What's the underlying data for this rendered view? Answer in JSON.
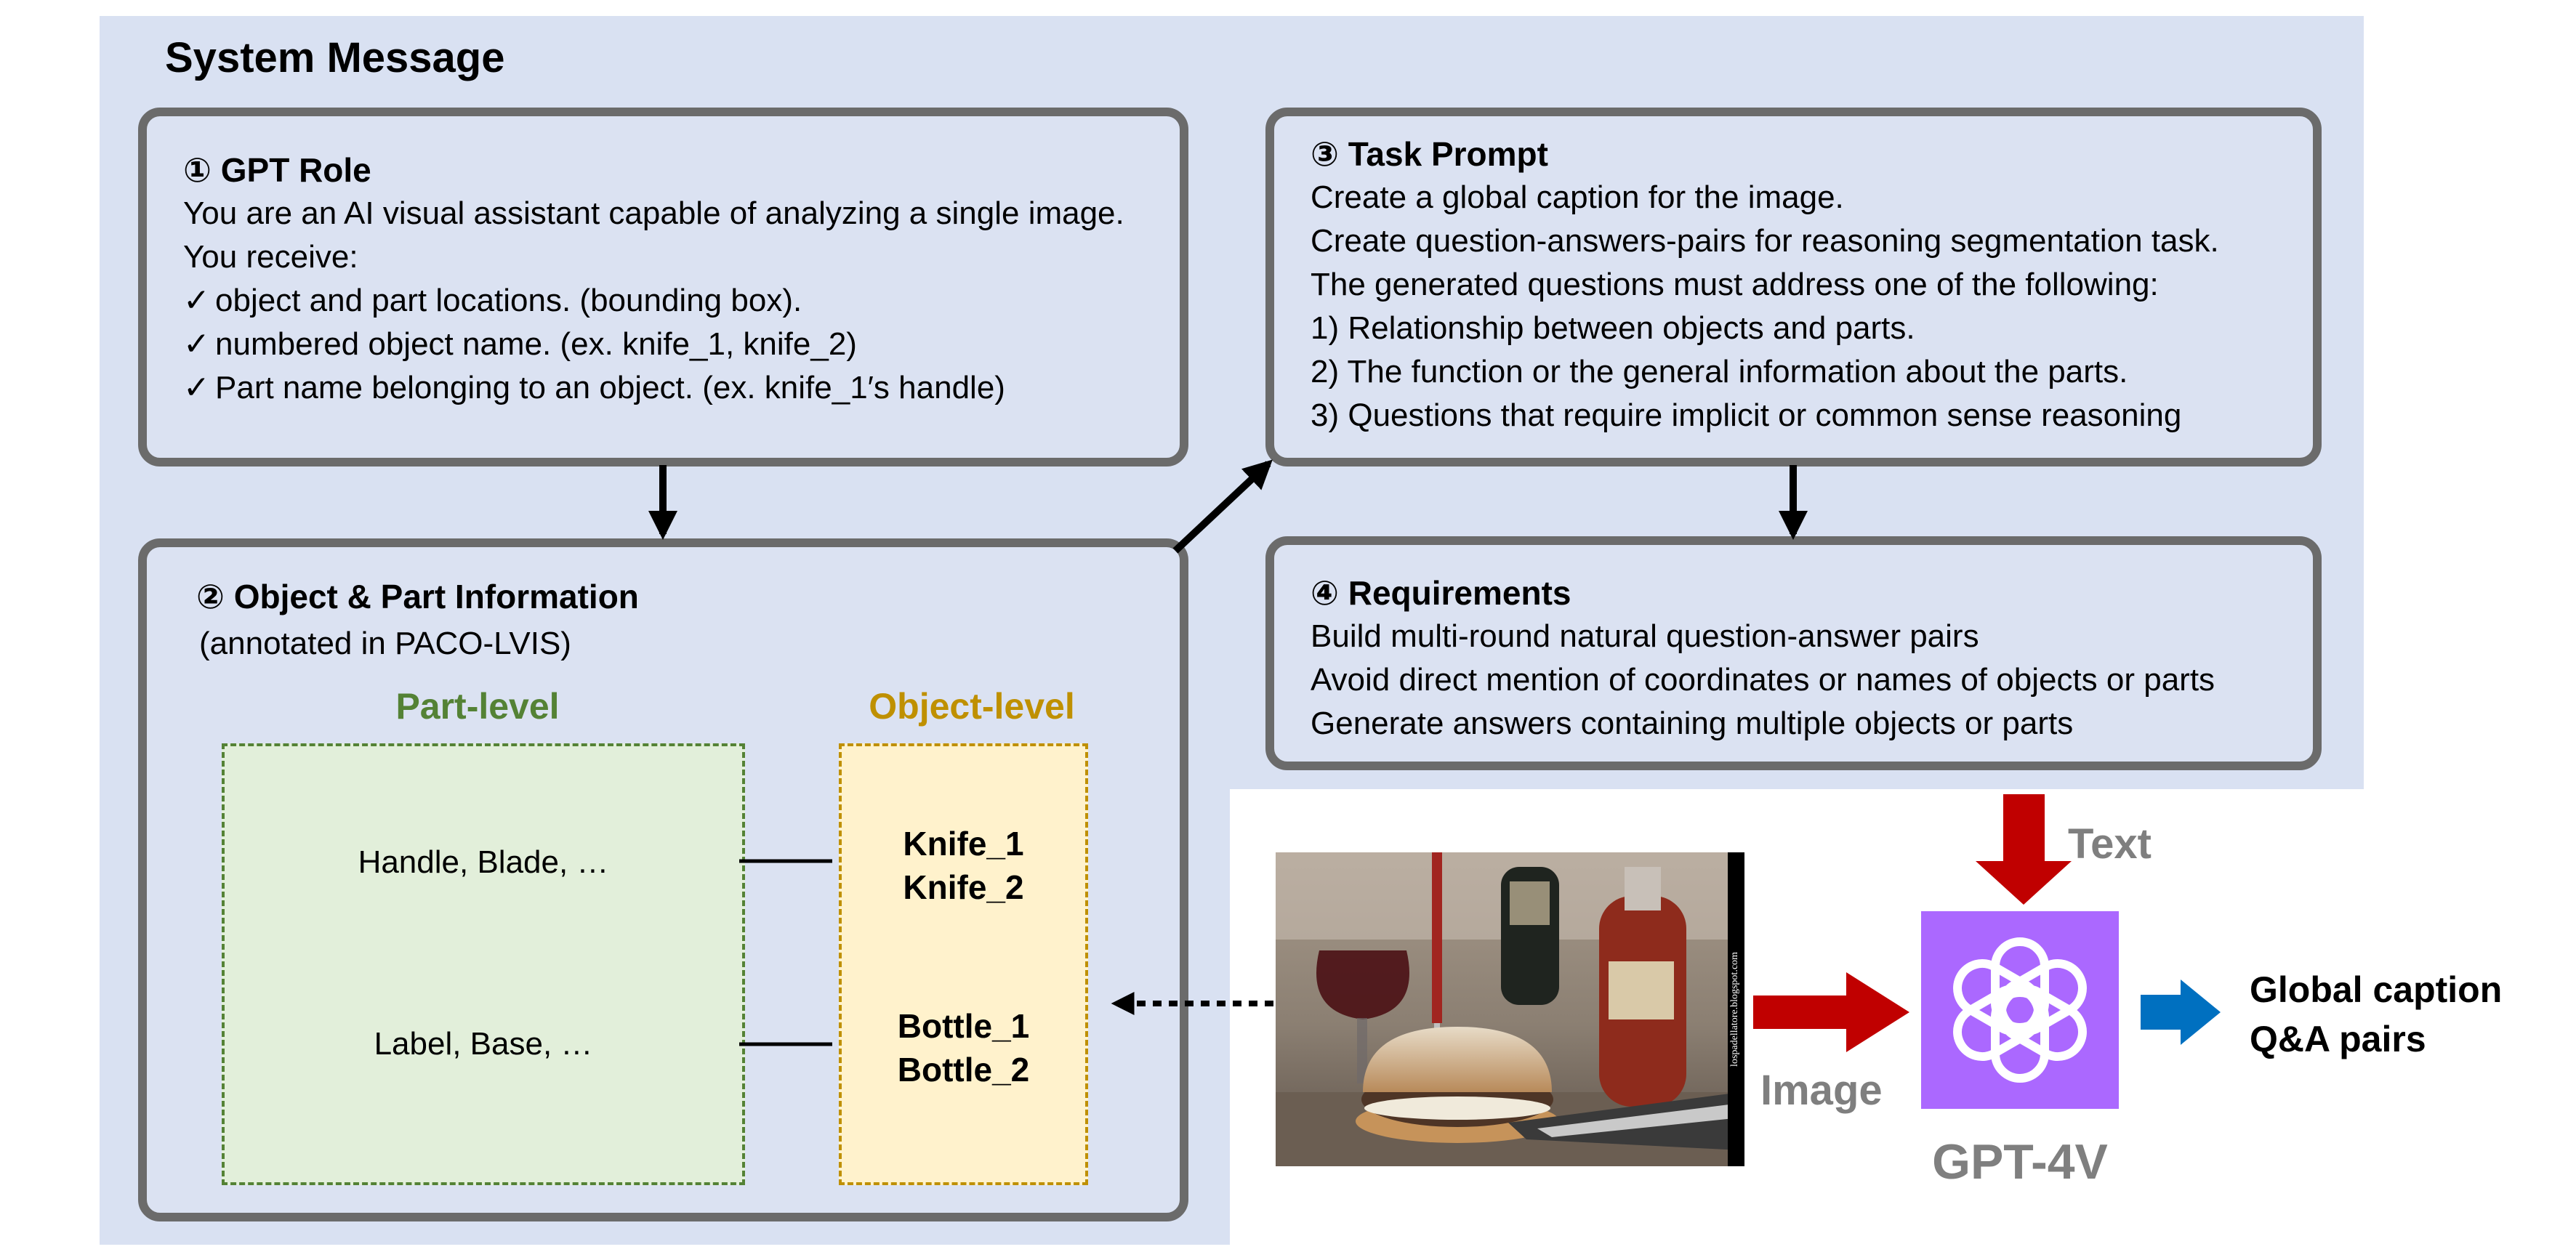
{
  "colors": {
    "system_bg": "#d9e1f2",
    "box_border": "#6b6b6b",
    "part_fill": "#e2efda",
    "part_border": "#548235",
    "object_fill": "#fff2cc",
    "object_border": "#bf9000",
    "red_arrow": "#c00000",
    "blue_arrow": "#0070c0",
    "gpt_logo_bg": "#ab68ff",
    "gray_label": "#7f7f7f"
  },
  "system": {
    "title": "System Message"
  },
  "role": {
    "heading": "① GPT Role",
    "lines": [
      "You are an AI visual assistant capable of analyzing a single image.",
      "You receive:"
    ],
    "checks": [
      "object and part locations. (bounding box).",
      "numbered object name. (ex. knife_1, knife_2)",
      "Part name belonging to an object. (ex. knife_1′s handle)"
    ],
    "check_mark": "✓"
  },
  "info": {
    "heading": "② Object & Part Information",
    "subheading": "(annotated in PACO-LVIS)",
    "part_label": "Part-level",
    "object_label": "Object-level",
    "part_rows": [
      "Handle, Blade, …",
      "Label, Base, …"
    ],
    "object_rows": [
      [
        "Knife_1",
        "Knife_2"
      ],
      [
        "Bottle_1",
        "Bottle_2"
      ]
    ]
  },
  "task": {
    "heading": "③ Task Prompt",
    "lines": [
      "Create a global caption for the image.",
      "Create question-answers-pairs for reasoning segmentation task.",
      "The generated questions must address one of the following:",
      "1) Relationship between objects and parts.",
      "2) The function or the general information about the parts.",
      "3) Questions that require implicit or common sense reasoning"
    ]
  },
  "req": {
    "heading": "④ Requirements",
    "lines": [
      "Build multi-round natural question-answer pairs",
      "Avoid direct mention of coordinates or names of objects or parts",
      "Generate answers containing multiple objects or parts"
    ]
  },
  "pipeline": {
    "text_label": "Text",
    "image_label": "Image",
    "model_label": "GPT-4V",
    "output_lines": [
      "Global caption",
      "Q&A pairs"
    ],
    "watermark": "lospadellatore.blogspot.com"
  }
}
